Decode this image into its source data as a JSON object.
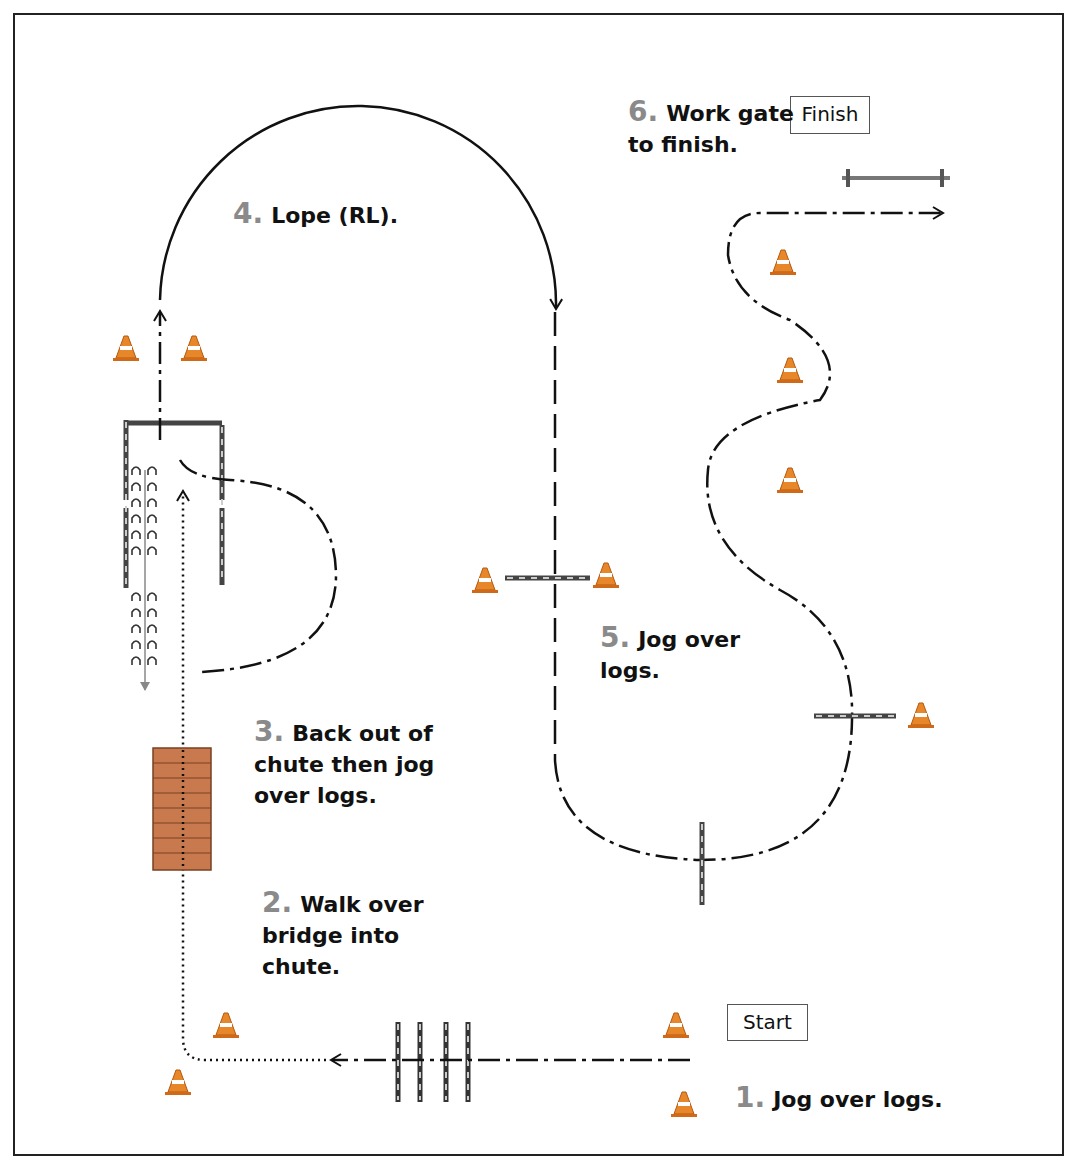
{
  "diagram": {
    "nodes": [
      {
        "text": [
          "Finish"
        ]
      },
      {
        "text": [
          "Start"
        ]
      }
    ],
    "labels": [
      "6.",
      "Work gate to finish.",
      "4.",
      "Lope (RL).",
      "3.",
      "Back out of chute then jog over logs.",
      "5.",
      "Jog over logs.",
      "2.",
      "Walk over bridge into chute.",
      "1.",
      "Jog over logs."
    ]
  }
}
